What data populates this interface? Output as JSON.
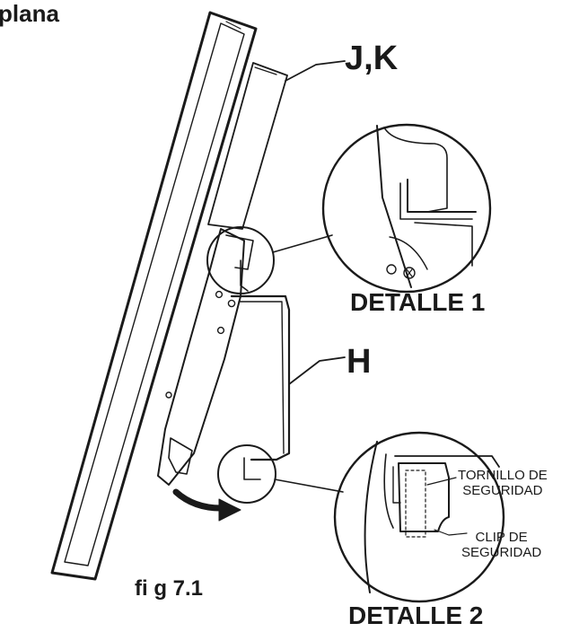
{
  "header": {
    "text": "plana"
  },
  "labels": {
    "jk": "J,K",
    "h": "H",
    "detail1": "DETALLE 1",
    "detail2": "DETALLE 2",
    "figure": "fi g 7.1",
    "screw_line1": "TORNILLO DE",
    "screw_line2": "SEGURIDAD",
    "clip_line1": "CLIP DE",
    "clip_line2": "SEGURIDAD"
  },
  "colors": {
    "ink": "#1a1a1a",
    "background": "#ffffff"
  },
  "icons": {
    "rotation": "curved-arrow-icon"
  }
}
